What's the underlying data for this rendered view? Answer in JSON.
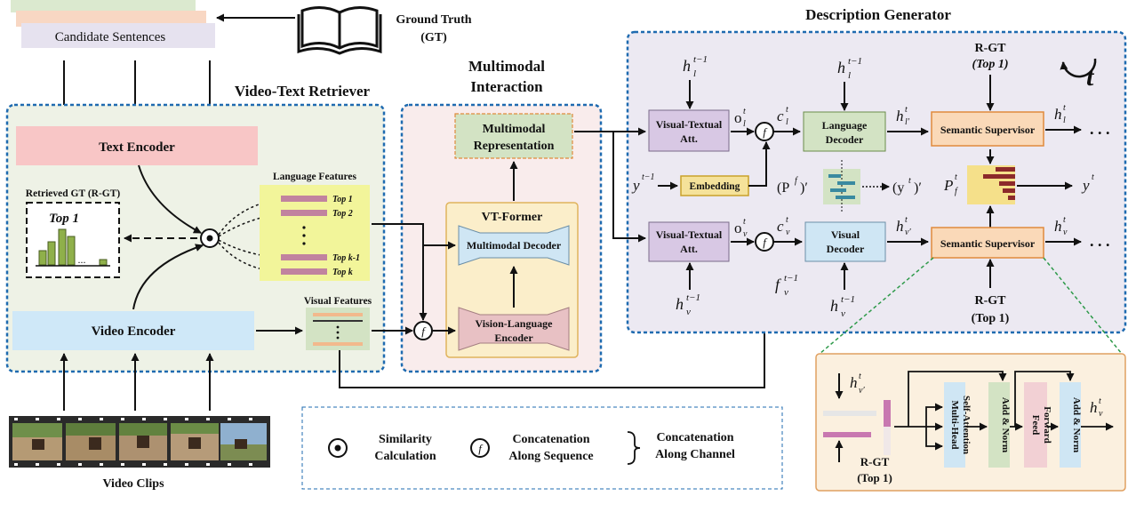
{
  "retriever": {
    "title": "Video-Text Retriever",
    "candidate_sentences": "Candidate Sentences",
    "ground_truth_1": "Ground Truth",
    "ground_truth_2": "(GT)",
    "text_encoder": "Text Encoder",
    "video_encoder": "Video Encoder",
    "retrieved_gt": "Retrieved GT (R-GT)",
    "top1": "Top 1",
    "dots": "...",
    "language_features": "Language Features",
    "lang_items": [
      "Top 1",
      "Top 2",
      "Top k-1",
      "Top k"
    ],
    "visual_features": "Visual Features",
    "video_clips": "Video Clips"
  },
  "interaction": {
    "title_1": "Multimodal",
    "title_2": "Interaction",
    "mm_rep_1": "Multimodal",
    "mm_rep_2": "Representation",
    "vt_former": "VT-Former",
    "mm_decoder": "Multimodal Decoder",
    "vl_encoder_1": "Vision-Language",
    "vl_encoder_2": "Encoder"
  },
  "generator": {
    "title": "Description Generator",
    "rgt": "R-GT",
    "top1": "(Top 1)",
    "vt_att_1": "Visual-Textual",
    "vt_att_2": "Att.",
    "lang_decoder_1": "Language",
    "lang_decoder_2": "Decoder",
    "visual_decoder_1": "Visual",
    "visual_decoder_2": "Decoder",
    "semantic_supervisor": "Semantic Supervisor",
    "embedding": "Embedding",
    "t_symbol": "t"
  },
  "detail": {
    "mhsa_1": "Multi-Head",
    "mhsa_2": "Self-Attention",
    "add_norm": "Add & Norm",
    "ff_1": "Feed",
    "ff_2": "Forward",
    "rgt": "R-GT",
    "top1": "(Top 1)"
  },
  "legend": {
    "similarity_1": "Similarity",
    "similarity_2": "Calculation",
    "concat_seq_1": "Concatenation",
    "concat_seq_2": "Along Sequence",
    "concat_ch_1": "Concatenation",
    "concat_ch_2": "Along Channel"
  },
  "colors": {
    "text_encoder": "#f8c6c6",
    "video_encoder": "#cfe8f8",
    "language_yellow": "#f2f59a",
    "green_box": "#d3e3c4",
    "purple_box": "#d8c8e4",
    "orange_box": "#fad9b8",
    "blue_box": "#cfe6f4",
    "pink_box": "#e8c1c4",
    "dashed_border": "#1f6bb0",
    "retriever_bg": "#eef2e6",
    "interaction_bg": "#f9ecec",
    "generator_bg": "#ece9f2",
    "detail_bg": "#fbf0df",
    "chart_green": "#8fb04a"
  }
}
